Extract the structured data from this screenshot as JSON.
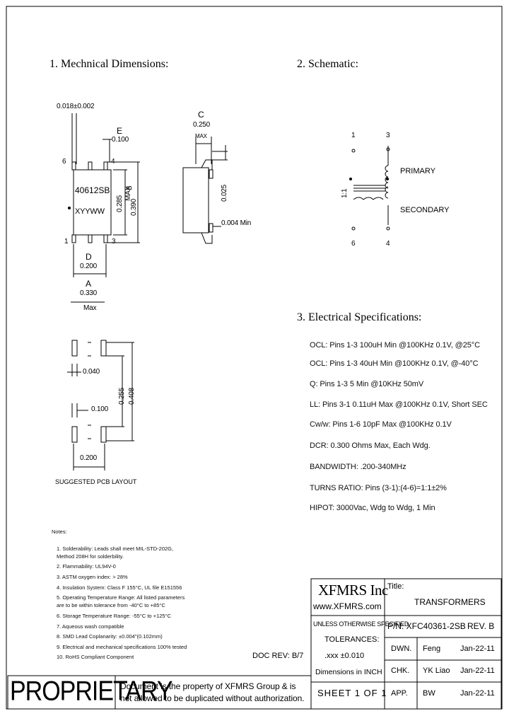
{
  "sections": {
    "mech": "1. Mechnical Dimensions:",
    "schem": "2. Schematic:",
    "elec": "3. Electrical Specifications:"
  },
  "mech": {
    "lead_width": "0.018±0.002",
    "E_label": "E",
    "E_value": "0.100",
    "pin6": "6",
    "pin4": "4",
    "pin1": "1",
    "pin3": "3",
    "part_mark": "40612SB",
    "date_mark": "XYYWW",
    "B_label": "B",
    "B_value": "0.285",
    "B_max": "MAX",
    "height_value": "0.390",
    "D_label": "D",
    "D_value": "0.200",
    "A_label": "A",
    "A_value": "0.330",
    "A_max": "Max",
    "C_label": "C",
    "C_value": "0.250",
    "C_max": "MAX",
    "side_thick": "0.025",
    "standoff": "0.004 Min"
  },
  "pcb": {
    "pad_gap": "0.040",
    "pitch": "0.100",
    "inner": "0.255",
    "outer": "0.408",
    "span": "0.200",
    "caption": "SUGGESTED PCB LAYOUT"
  },
  "schematic": {
    "pin1": "1",
    "pin3": "3",
    "pin6": "6",
    "pin4": "4",
    "ratio": "1:1",
    "primary": "PRIMARY",
    "secondary": "SECONDARY"
  },
  "specs": [
    "OCL: Pins 1-3 100uH Min @100KHz 0.1V, @25°C",
    "OCL: Pins 1-3 40uH Min @100KHz 0.1V, @-40°C",
    "Q: Pins 1-3 5 Min @10KHz 50mV",
    "LL: Pins 3-1 0.11uH Max @100KHz 0.1V, Short SEC",
    "Cw/w: Pins 1-6 10pF Max @100KHz 0.1V",
    "DCR: 0.300 Ohms Max, Each Wdg.",
    "BANDWIDTH: .200-340MHz",
    "TURNS RATIO: Pins (3-1):(4-6)=1:1±2%",
    "HIPOT: 3000Vac, Wdg to Wdg, 1 Min"
  ],
  "notes": {
    "title": "Notes:",
    "items": [
      "1. Solderability: Leads shall meet MIL-STD-202G,",
      "    Method 208H for solderbility.",
      "2. Flammability: UL94V-0",
      "3. ASTM oxygen index: > 28%",
      "4. Insulation System: Class F 155°C, UL file E151556",
      "5. Operating Temperature Range: All listed parameters",
      "    are to be within tolerance from -40°C to +85°C",
      "6. Storage Temperature Range: -55°C to +125°C",
      "7. Aqueous wash compatible",
      "8. SMD Lead Coplanarity: ±0.004\"(0.102mm)",
      "9. Electrical and mechanical specifications 100% tested",
      "10. RoHS Compliant Component"
    ]
  },
  "title_block": {
    "company": "XFMRS Inc",
    "website": "www.XFMRS.com",
    "tol_header": "UNLESS OTHERWISE SPECIFIED",
    "tol_label": "TOLERANCES:",
    "tol_value": ".xxx ±0.010",
    "units": "Dimensions in INCH",
    "sheet": "SHEET 1 OF 1",
    "doc_rev": "DOC REV: B/7",
    "title_label": "Title:",
    "title": "TRANSFORMERS",
    "pn": "P/N: XFC40361-2SB",
    "rev": "REV. B",
    "rows": [
      {
        "role": "DWN.",
        "name": "Feng",
        "date": "Jan-22-11"
      },
      {
        "role": "CHK.",
        "name": "YK Liao",
        "date": "Jan-22-11"
      },
      {
        "role": "APP.",
        "name": "BW",
        "date": "Jan-22-11"
      }
    ],
    "proprietary": "PROPRIETARY",
    "prop_line1": "Document is the property of XFMRS Group & is",
    "prop_line2": "not allowed to be duplicated without authorization."
  }
}
